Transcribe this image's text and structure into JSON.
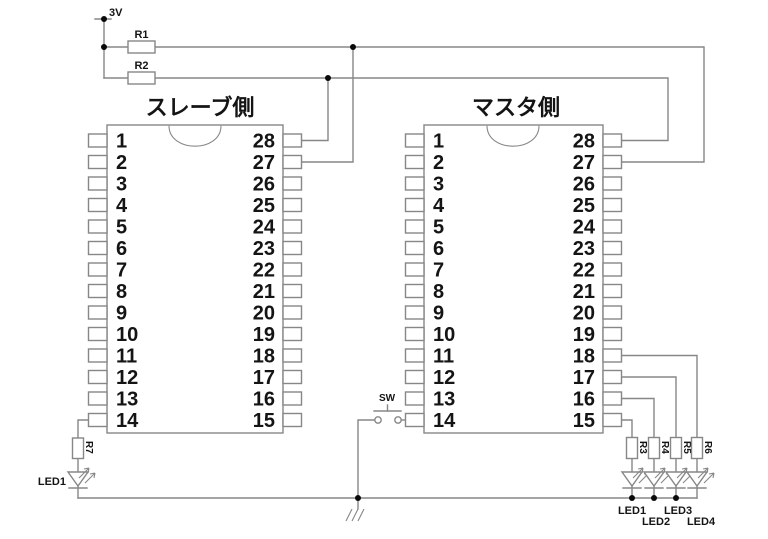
{
  "diagram": {
    "type": "circuit-schematic",
    "power": {
      "label": "3V"
    },
    "ics": [
      {
        "title": "スレーブ側",
        "left_pins": [
          "1",
          "2",
          "3",
          "4",
          "5",
          "6",
          "7",
          "8",
          "9",
          "10",
          "11",
          "12",
          "13",
          "14"
        ],
        "right_pins": [
          "28",
          "27",
          "26",
          "25",
          "24",
          "23",
          "22",
          "21",
          "20",
          "19",
          "18",
          "17",
          "16",
          "15"
        ]
      },
      {
        "title": "マスタ側",
        "left_pins": [
          "1",
          "2",
          "3",
          "4",
          "5",
          "6",
          "7",
          "8",
          "9",
          "10",
          "11",
          "12",
          "13",
          "14"
        ],
        "right_pins": [
          "28",
          "27",
          "26",
          "25",
          "24",
          "23",
          "22",
          "21",
          "20",
          "19",
          "18",
          "17",
          "16",
          "15"
        ]
      }
    ],
    "resistors": {
      "r1": "R1",
      "r2": "R2",
      "r3": "R3",
      "r4": "R4",
      "r5": "R5",
      "r6": "R6",
      "r7": "R7"
    },
    "switch": {
      "label": "SW"
    },
    "leds": {
      "left": "LED1",
      "right": [
        "LED1",
        "LED2",
        "LED3",
        "LED4"
      ]
    },
    "colors": {
      "wire": "#878787",
      "label": "#141414",
      "junction": "#0a0a0a",
      "background": "#ffffff"
    }
  }
}
